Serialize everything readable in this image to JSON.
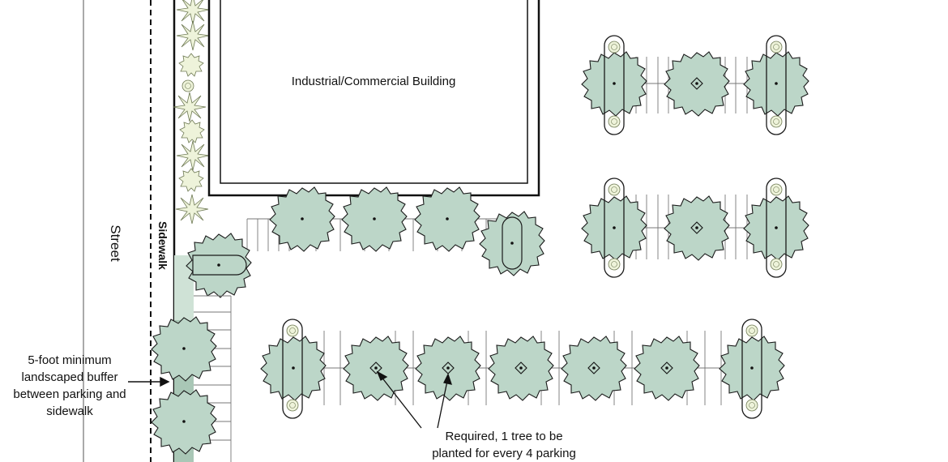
{
  "labels": {
    "building": "Industrial/Commercial Building",
    "street": "Street",
    "sidewalk": "Sidewalk",
    "buffer_line1": "5-foot minimum",
    "buffer_line2": "landscaped buffer",
    "buffer_line3": "between parking and",
    "buffer_line4": "sidewalk",
    "required_line1": "Required, 1 tree to be",
    "required_line2": "planted for every 4 parking"
  },
  "colors": {
    "tree": "#bcd6c8",
    "buffer_strip": "#cfe2d6",
    "buffer_dark": "#8fb5a0",
    "shrub": "#eef3da",
    "line": "#1a1a1a"
  }
}
